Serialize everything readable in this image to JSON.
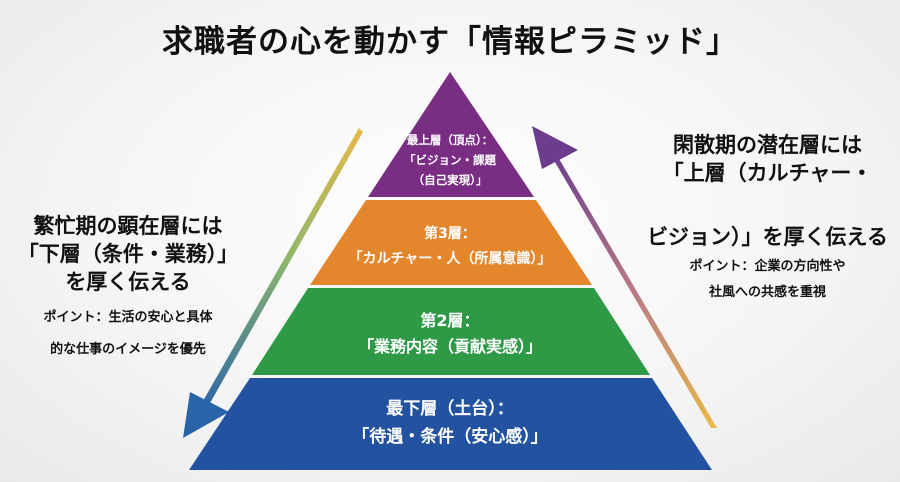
{
  "title": "求職者の心を動かす「情報ピラミッド」",
  "pyramid": {
    "layers": [
      {
        "line1": "最上層（頂点）：",
        "line2": "「ビジョン・課題",
        "line3": "（自己実現）」",
        "color": "#7a2e83"
      },
      {
        "line1": "第3層：",
        "line2": "「カルチャー・人（所属意識）」",
        "color": "#e4862b"
      },
      {
        "line1": "第2層：",
        "line2": "「業務内容（貢献実感）」",
        "color": "#2e9a46"
      },
      {
        "line1": "最下層（土台）：",
        "line2": "「待遇・条件（安心感）」",
        "color": "#2353a0"
      }
    ]
  },
  "left": {
    "heading1": "繁忙期の顕在層には",
    "heading2": "「下層（条件・業務）」",
    "heading3": "を厚く伝える",
    "point1": "ポイント：生活の安心と具体",
    "point2": "的な仕事のイメージを優先"
  },
  "right": {
    "heading1": "閑散期の潜在層には",
    "heading2": "「上層（カルチャー・",
    "heading3": "ビジョン）」を厚く伝える",
    "point1": "ポイント：企業の方向性や",
    "point2": "社風への共感を重視"
  }
}
